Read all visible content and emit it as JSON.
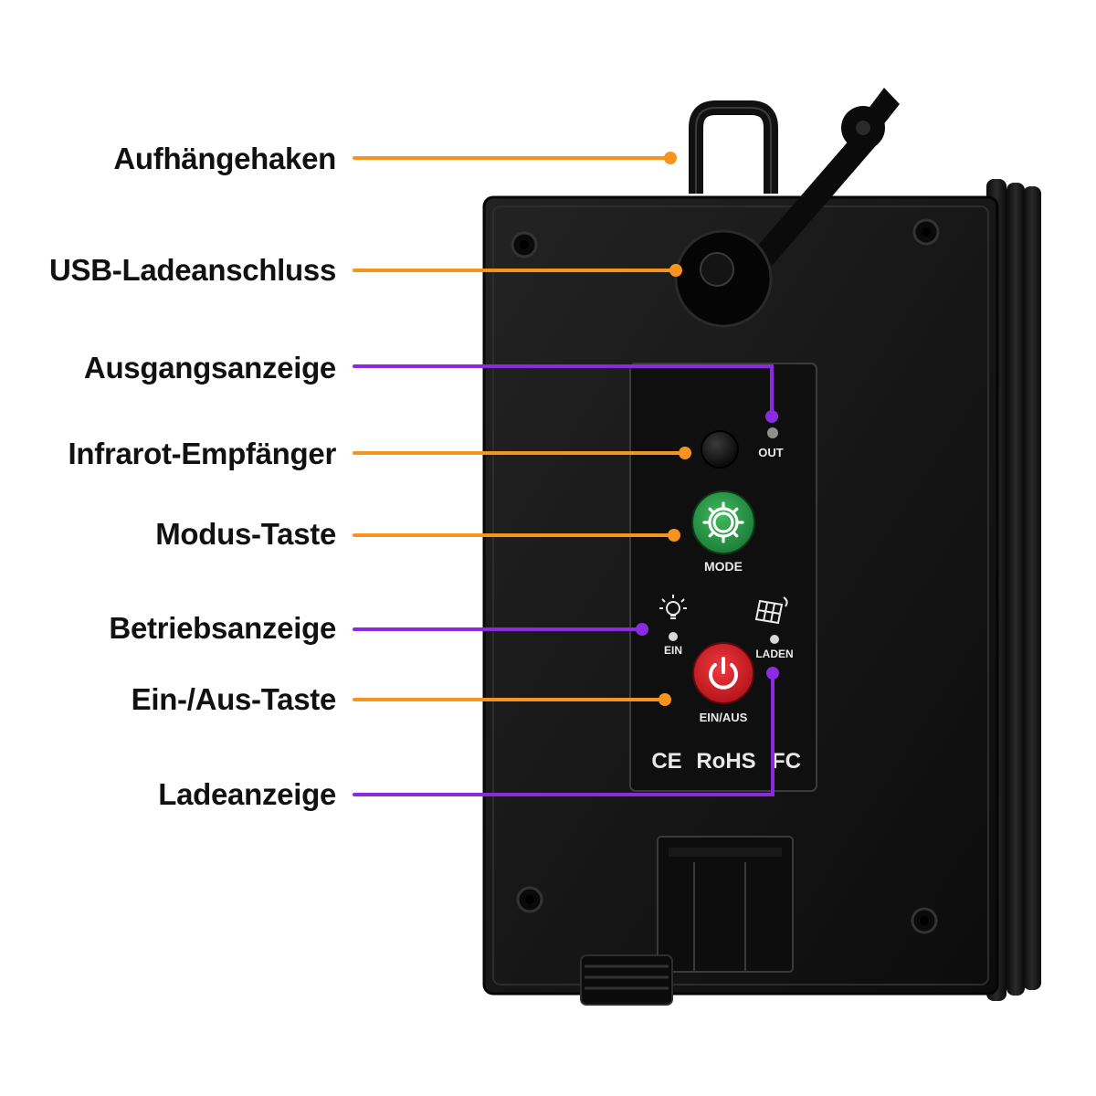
{
  "colors": {
    "orange": "#f7941d",
    "purple": "#8a2be2",
    "mode_button": "#2e9a4a",
    "power_button": "#d9252c",
    "housing": "#1a1a1a"
  },
  "callouts": [
    {
      "id": "hook",
      "label": "Aufhängehaken",
      "color": "orange"
    },
    {
      "id": "usb",
      "label": "USB-Ladeanschluss",
      "color": "orange"
    },
    {
      "id": "output",
      "label": "Ausgangsanzeige",
      "color": "purple"
    },
    {
      "id": "ir",
      "label": "Infrarot-Empfänger",
      "color": "orange"
    },
    {
      "id": "mode",
      "label": "Modus-Taste",
      "color": "orange"
    },
    {
      "id": "status",
      "label": "Betriebsanzeige",
      "color": "purple"
    },
    {
      "id": "power",
      "label": "Ein-/Aus-Taste",
      "color": "orange"
    },
    {
      "id": "charge",
      "label": "Ladeanzeige",
      "color": "purple"
    }
  ],
  "panel": {
    "out_label": "OUT",
    "mode_label": "MODE",
    "ein_label": "EIN",
    "laden_label": "LADEN",
    "einaus_label": "EIN/AUS",
    "cert_ce": "CE",
    "cert_rohs": "RoHS",
    "cert_fc": "FC"
  },
  "icons": {
    "mode": "gear-icon",
    "power": "power-icon",
    "status": "lightbulb-icon",
    "charge": "solar-panel-icon"
  }
}
